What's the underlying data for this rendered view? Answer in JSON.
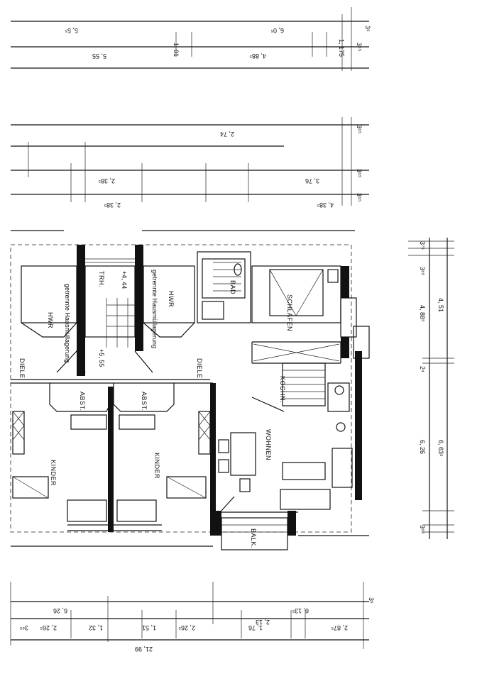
{
  "dims_top": {
    "row1": [
      "5, 5⁵",
      "6, 0⁵",
      "3⁵"
    ],
    "row2": [
      "5, 55",
      "4, 88⁵",
      "1, 01",
      "1, 175",
      "3⁶⁵"
    ],
    "row3": [
      "2, 38⁵",
      "3, 76",
      "3⁶⁵"
    ],
    "row4": [
      "2, 38⁵",
      "4, 38⁵",
      "3⁶⁵"
    ],
    "row5": [
      "2, 74",
      "3⁶⁵"
    ]
  },
  "dims_right": [
    "3⁶⁵",
    "3⁷⁵",
    "4, 88⁵",
    "4, 51",
    "2⁴",
    "6, 26",
    "6, 63⁵",
    "3⁶⁵"
  ],
  "dims_bottom": {
    "row1": [
      "6, 26",
      "2, 13",
      "6, 13⁵",
      "3⁶"
    ],
    "row2": [
      "3⁶⁵",
      "2, 26⁵",
      "1, 32",
      "1, 51",
      "2, 26⁵",
      "1, 76",
      "2, 87⁵"
    ],
    "row3": [
      "21, 99"
    ]
  },
  "rooms": {
    "diele_left": "DIELE",
    "diele_center": "DIELE",
    "hwr": "HWR",
    "hwr_note": "getrennte Hausmüllagerung",
    "hwr_right": "HWR",
    "hwr_right_note": "getrennte Hausmüllagerung",
    "trh": "TRH.",
    "trh_level": "+4, 44",
    "stair_level": "+5, 55",
    "bad": "BAD",
    "schlafen": "SCHLAFEN",
    "kochn": "KOCHN.",
    "wohnen": "WOHNEN",
    "abst_left": "ABST.",
    "abst_right": "ABST.",
    "kinder_left": "KINDER",
    "kinder_right": "KINDER",
    "balk": "BALK."
  }
}
